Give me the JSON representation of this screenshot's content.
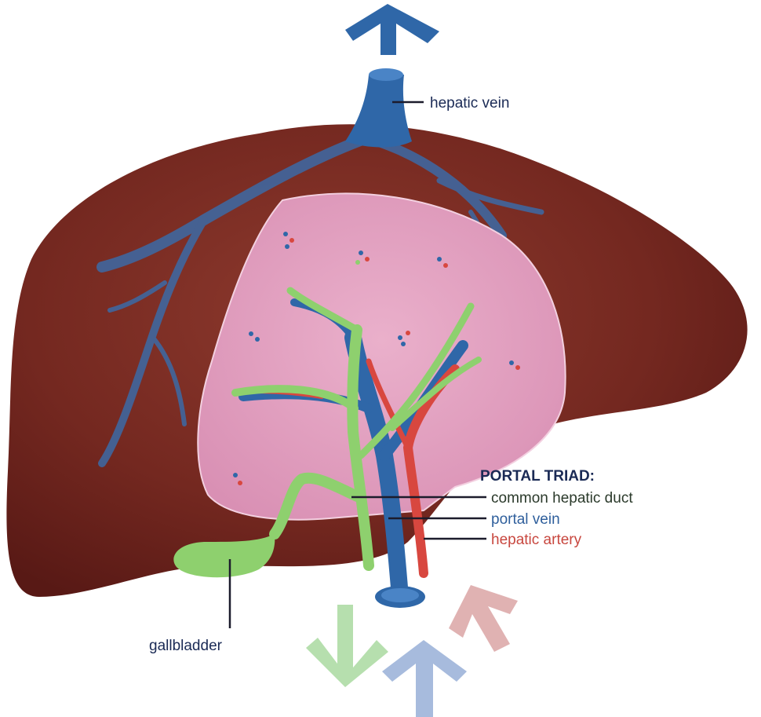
{
  "labels": {
    "hepatic_vein": "hepatic vein",
    "portal_triad_title": "PORTAL TRIAD:",
    "common_hepatic_duct": "common hepatic duct",
    "portal_vein": "portal vein",
    "hepatic_artery": "hepatic artery",
    "gallbladder": "gallbladder"
  },
  "colors": {
    "liver": "#7a2a22",
    "liver_dark": "#5e1c17",
    "lobule_pink": "#e3a0bf",
    "vein_blue": "#2f67a8",
    "artery_red": "#d8473f",
    "duct_green": "#8ed06e",
    "navy_text": "#1a2a55",
    "leader_line": "#1c1c2c"
  }
}
